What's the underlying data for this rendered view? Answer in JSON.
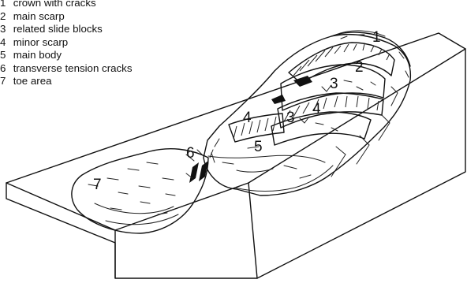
{
  "legend": [
    {
      "number": "1",
      "label": "crown with cracks"
    },
    {
      "number": "2",
      "label": "main scarp"
    },
    {
      "number": "3",
      "label": "related slide blocks"
    },
    {
      "number": "4",
      "label": "minor scarp"
    },
    {
      "number": "5",
      "label": "main body"
    },
    {
      "number": "6",
      "label": "transverse tension cracks"
    },
    {
      "number": "7",
      "label": "toe area"
    }
  ],
  "callouts": {
    "crown": "1",
    "main_scarp": "2",
    "slide_block_upper": "3",
    "slide_block_lower": "3",
    "minor_scarp_right": "4",
    "minor_scarp_left": "4",
    "main_body": "5",
    "tension_cracks": "6",
    "toe": "7"
  }
}
